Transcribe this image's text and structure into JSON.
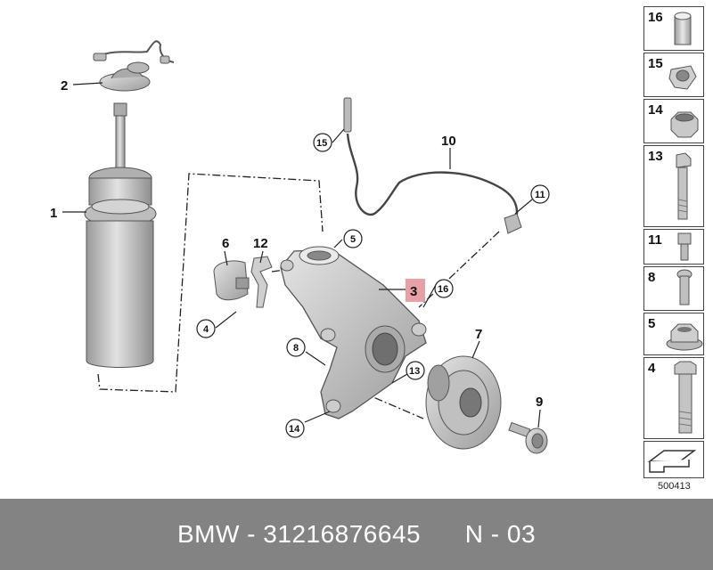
{
  "callouts": {
    "c1": "1",
    "c2": "2",
    "c3": "3",
    "c4": "4",
    "c5": "5",
    "c6": "6",
    "c7": "7",
    "c8": "8",
    "c9": "9",
    "c10": "10",
    "c11": "11",
    "c12": "12",
    "c13": "13",
    "c14": "14",
    "c15": "15",
    "c16": "16"
  },
  "sidebar": {
    "items": [
      {
        "label": "16",
        "icon": "bushing-icon"
      },
      {
        "label": "15",
        "icon": "cable-clip-icon"
      },
      {
        "label": "14",
        "icon": "collar-nut-icon"
      },
      {
        "label": "13",
        "icon": "long-bolt-icon"
      },
      {
        "label": "11",
        "icon": "socket-screw-icon"
      },
      {
        "label": "8",
        "icon": "short-bolt-icon"
      },
      {
        "label": "5",
        "icon": "flange-nut-icon"
      },
      {
        "label": "4",
        "icon": "hex-bolt-icon"
      },
      {
        "label": "",
        "icon": "arrow-icon"
      }
    ]
  },
  "ref_code": "500413",
  "footer": {
    "brand": "BMW",
    "part_number": "31216876645",
    "page": "N - 03"
  },
  "colors": {
    "part_fill": "#c8c8c8",
    "part_stroke": "#555555",
    "highlight": "#e8a0a8",
    "footer_bg": "#838383"
  }
}
